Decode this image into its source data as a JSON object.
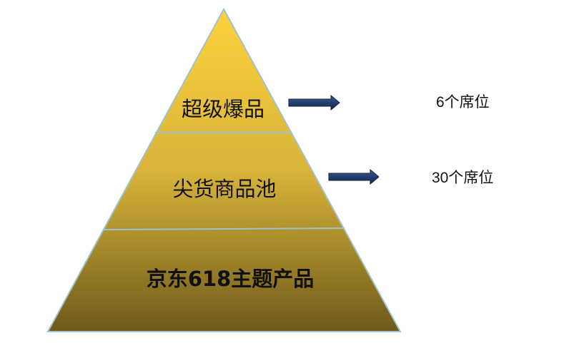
{
  "pyramid": {
    "tiers": [
      {
        "label": "超级爆品"
      },
      {
        "label": "尖货商品池"
      },
      {
        "label": "京东618主题产品"
      }
    ],
    "colors": {
      "top": "#fdd23e",
      "middle": "#d9b43a",
      "bottom": "#6e5a1a",
      "outline": "#9ec3cf",
      "arrow": "#1f3864"
    }
  },
  "annotations": [
    {
      "label": "6个席位",
      "arrow_icon": "right-arrow-icon"
    },
    {
      "label": "30个席位",
      "arrow_icon": "right-arrow-icon"
    }
  ]
}
